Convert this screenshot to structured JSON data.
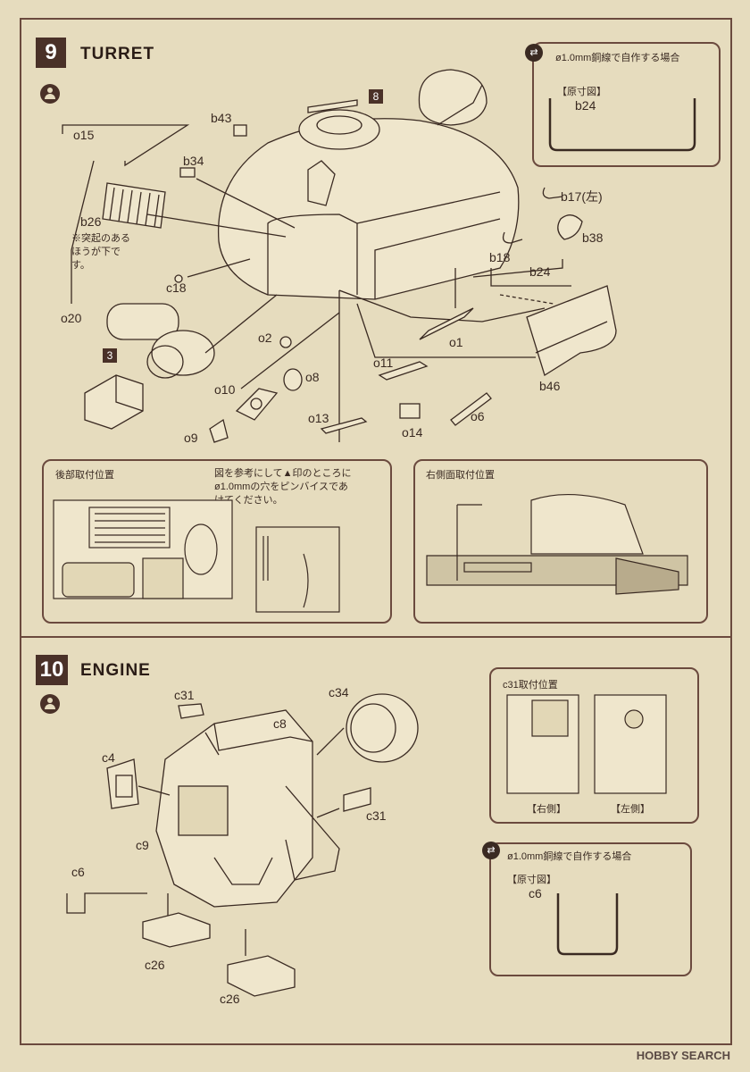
{
  "step9": {
    "number": "9",
    "title": "TURRET",
    "ref_step": "8",
    "ref_part": "3",
    "parts": {
      "o15": "o15",
      "b43": "b43",
      "b34": "b34",
      "b26": "b26",
      "c18": "c18",
      "o20": "o20",
      "o2": "o2",
      "o10": "o10",
      "o8": "o8",
      "o9": "o9",
      "o11": "o11",
      "o13": "o13",
      "o14": "o14",
      "o6": "o6",
      "o1": "o1",
      "b17": "b17(左)",
      "b38": "b38",
      "b18": "b18",
      "b24": "b24",
      "b46": "b46"
    },
    "note_b26": "※突起のあるほうが下です。",
    "wire_box": {
      "title": "ø1.0mm銅線で自作する場合",
      "scale_label": "【原寸図】",
      "part": "b24"
    },
    "rear_box": {
      "title": "後部取付位置",
      "instruction": "図を参考にして▲印のところにø1.0mmの穴をピンバイスであけてください。"
    },
    "side_box": {
      "title": "右側面取付位置"
    }
  },
  "step10": {
    "number": "10",
    "title": "ENGINE",
    "parts": {
      "c31a": "c31",
      "c8": "c8",
      "c34": "c34",
      "c4": "c4",
      "c31b": "c31",
      "c9": "c9",
      "c6": "c6",
      "c26a": "c26",
      "c26b": "c26"
    },
    "c31_box": {
      "title": "c31取付位置",
      "right_label": "【右側】",
      "left_label": "【左側】"
    },
    "wire_box": {
      "title": "ø1.0mm銅線で自作する場合",
      "scale_label": "【原寸図】",
      "part": "c6"
    }
  },
  "watermark": "HOBBY SEARCH"
}
